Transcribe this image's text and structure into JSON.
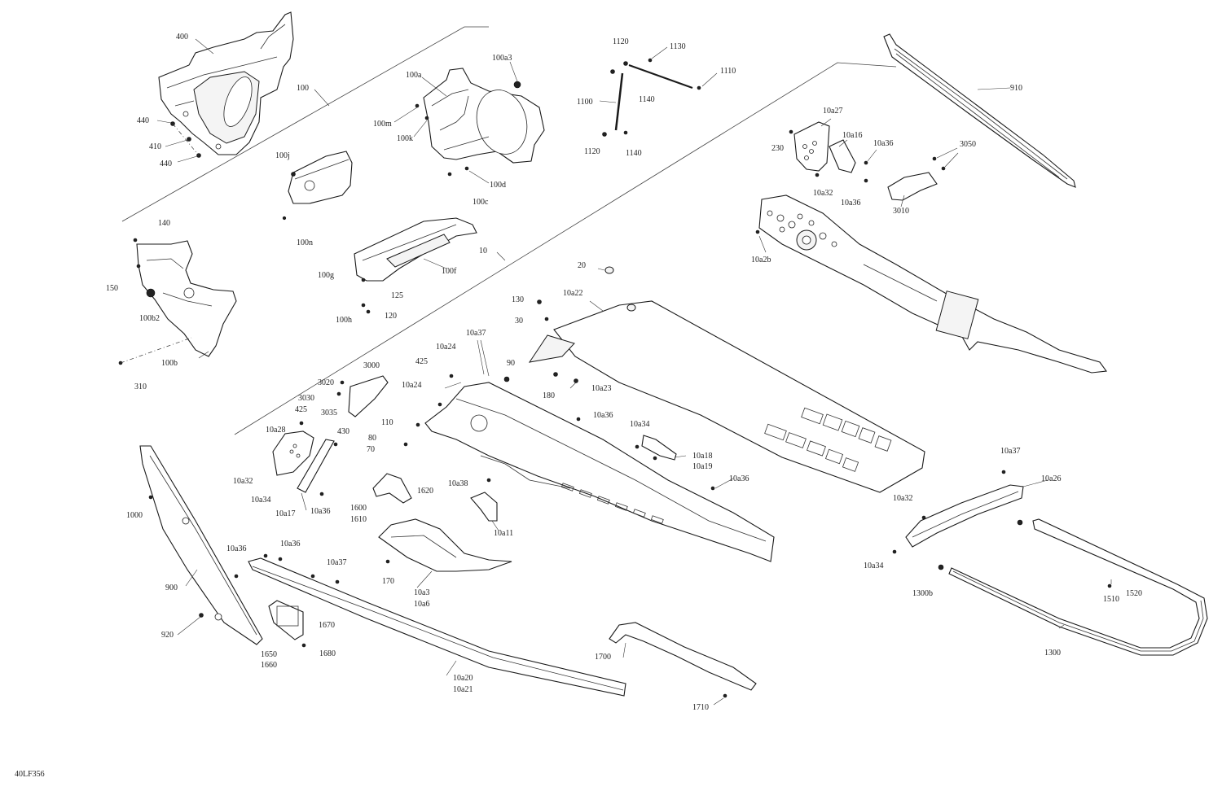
{
  "diagram": {
    "code": "40LF356",
    "labels": {
      "l400": "400",
      "l100": "100",
      "l440a": "440",
      "l410": "410",
      "l440b": "440",
      "l100j": "100j",
      "l100n": "100n",
      "l100a3": "100a3",
      "l100a": "100a",
      "l100m": "100m",
      "l100k": "100k",
      "l100d": "100d",
      "l100c": "100c",
      "l1120a": "1120",
      "l1130": "1130",
      "l1110": "1110",
      "l1100": "1100",
      "l1140a": "1140",
      "l1120b": "1120",
      "l1140b": "1140",
      "l910": "910",
      "l10a27": "10a27",
      "l230": "230",
      "l10a16": "10a16",
      "l10a36a": "10a36",
      "l3050": "3050",
      "l10a32a": "10a32",
      "l10a36b": "10a36",
      "l3010": "3010",
      "l10a2b": "10a2b",
      "l140": "140",
      "l150": "150",
      "l100b2": "100b2",
      "l100b": "100b",
      "l310": "310",
      "l10": "10",
      "l100f": "100f",
      "l100g": "100g",
      "l125": "125",
      "l120": "120",
      "l100h": "100h",
      "l20": "20",
      "l130": "130",
      "l10a22": "10a22",
      "l30": "30",
      "l10a37a": "10a37",
      "l10a24a": "10a24",
      "l425a": "425",
      "l90": "90",
      "l180": "180",
      "l10a23": "10a23",
      "l3000": "3000",
      "l3020": "3020",
      "l3030": "3030",
      "l3035": "3035",
      "l10a24b": "10a24",
      "l425b": "425",
      "l10a28": "10a28",
      "l430": "430",
      "l110": "110",
      "l80": "80",
      "l70": "70",
      "l10a36c": "10a36",
      "l10a34a": "10a34",
      "l10a18": "10a18",
      "l10a19": "10a19",
      "l10a32b": "10a32",
      "l10a34b": "10a34",
      "l10a17": "10a17",
      "l10a36d": "10a36",
      "l1620": "1620",
      "l1600": "1600",
      "l1610": "1610",
      "l10a38": "10a38",
      "l10a11": "10a11",
      "l10a36e": "10a36",
      "l1000": "1000",
      "l10a36f": "10a36",
      "l10a36g": "10a36",
      "l10a37b": "10a37",
      "l170": "170",
      "l10a3": "10a3",
      "l10a6": "10a6",
      "l900": "900",
      "l920": "920",
      "l1670": "1670",
      "l1650": "1650",
      "l1660": "1660",
      "l1680": "1680",
      "l10a20": "10a20",
      "l10a21": "10a21",
      "l1700": "1700",
      "l1710": "1710",
      "l10a37c": "10a37",
      "l10a26": "10a26",
      "l10a32c": "10a32",
      "l10a34c": "10a34",
      "l1300b": "1300b",
      "l1510": "1510",
      "l1520": "1520",
      "l1300": "1300"
    }
  }
}
